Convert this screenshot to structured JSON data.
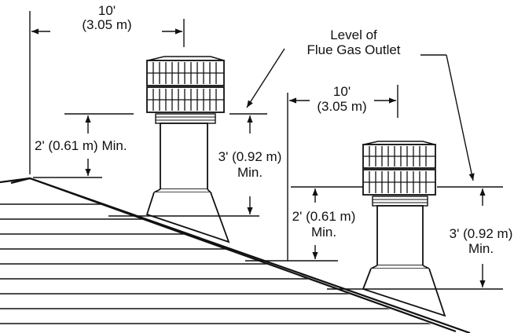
{
  "labels": {
    "left_horizontal_ft": "10'",
    "left_horizontal_m": "(3.05 m)",
    "left_vertical_2ft": "2' (0.61 m) Min.",
    "left_vertical_3ft_line1": "3' (0.92 m)",
    "left_vertical_3ft_line2": "Min.",
    "callout_line1": "Level of",
    "callout_line2": "Flue Gas Outlet",
    "right_horizontal_ft": "10'",
    "right_horizontal_m": "(3.05 m)",
    "right_vertical_2ft_line1": "2' (0.61 m)",
    "right_vertical_2ft_line2": "Min.",
    "right_vertical_3ft_line1": "3' (0.92 m)",
    "right_vertical_3ft_line2": "Min."
  },
  "colors": {
    "ink": "#111111",
    "background": "#ffffff"
  },
  "icons": {
    "vent": "turbine-vent-icon",
    "roof": "roof-shingles-icon"
  }
}
